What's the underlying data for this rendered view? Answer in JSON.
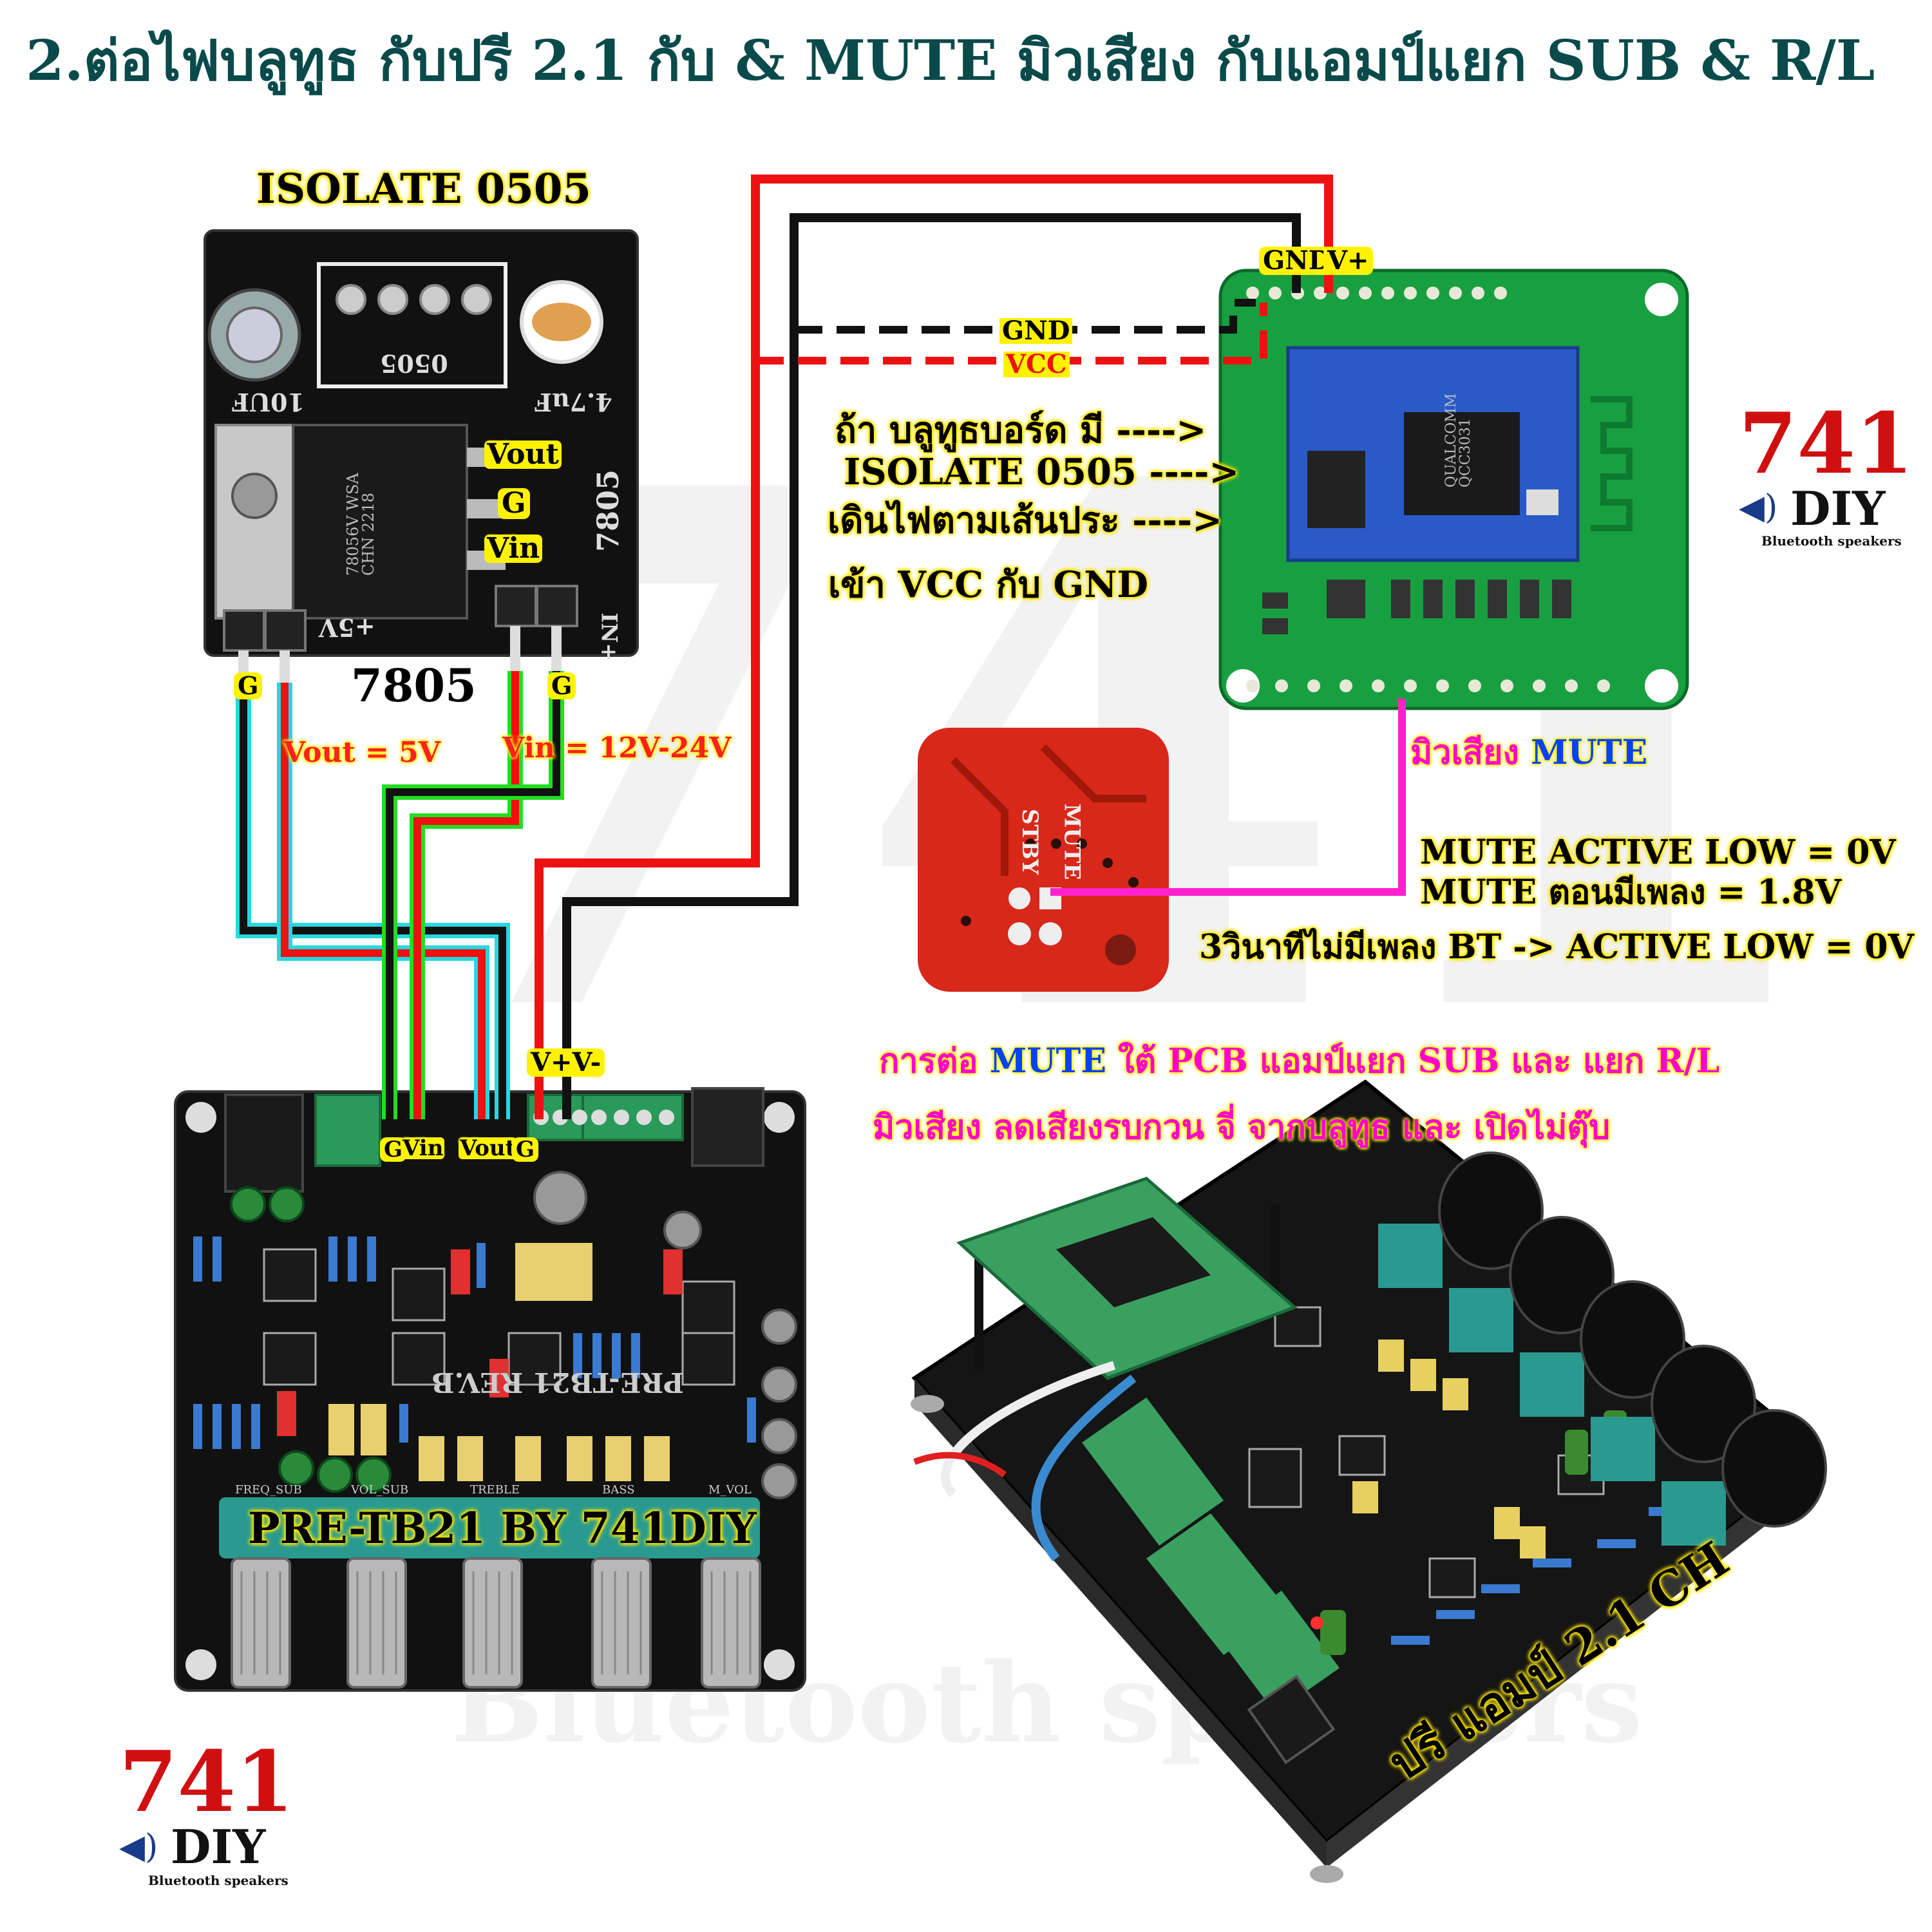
{
  "title": "2.ต่อไฟบลูทูธ กับปรี 2.1 กับ & MUTE มิวเสียง กับแอมป์แยก SUB & R/L",
  "isolate_label": "ISOLATE 0505",
  "isolate_board": {
    "silk_0505": "0505",
    "silk_10uf": "10UF",
    "silk_47uf": "4.7uF",
    "silk_7805": "7805",
    "silk_5v": "+5V",
    "silk_in": "IN+",
    "chip_text": "78056V WSA CHN 2218",
    "pin_vout": "Vout",
    "pin_g": "G",
    "pin_vin": "Vin",
    "foot_g_left": "G",
    "foot_g_right": "G",
    "reg_name": "7805",
    "vout_note": "Vout = 5V",
    "vin_note": "Vin = 12V-24V"
  },
  "bt_board": {
    "gnd": "GND",
    "vplus": "V+",
    "dash_gnd": "GND",
    "dash_vcc": "VCC",
    "chip_text": "QUALCOMM QCC3031"
  },
  "note_lines": [
    "ถ้า บลูทูธบอร์ด มี ---->",
    "ISOLATE 0505 ---->",
    "เดินไฟตามเส้นประ ---->",
    "เข้า VCC กับ GND"
  ],
  "mute": {
    "label_th": "มิวเสียง",
    "label_en": "MUTE",
    "silk_mute": "MUTE",
    "silk_stby": "STBY",
    "line1": "MUTE ACTIVE LOW = 0V",
    "line2": "MUTE ตอนมีเพลง = 1.8V",
    "line3": "3วินาทีไม่มีเพลง BT -> ACTIVE LOW = 0V"
  },
  "pre_board": {
    "vplus_vminus": "V+V-",
    "pin_g1": "G",
    "pin_vin": "Vin",
    "pin_vout": "Vout",
    "pin_g2": "G",
    "silk_name": "PRE-TB21  REV.B",
    "banner": "PRE-TB21  BY  741DIY",
    "knob_labels": [
      "FREQ_SUB",
      "VOL_SUB",
      "TREBLE",
      "BASS",
      "M_VOL"
    ]
  },
  "mute_connect": {
    "line1_a": "การต่อ",
    "line1_b": "MUTE",
    "line1_c": "ใต้ PCB แอมป์แยก SUB  และ แยก R/L",
    "line2": "มิวเสียง ลดเสียงรบกวน จี่ จากบลูทูธ และ เปิดไม่ตุ๊บ"
  },
  "amp_caption": "ปรี แอมป์ 2.1 CH",
  "logo": {
    "number": "741",
    "diy": "DIY",
    "sub": "Bluetooth speakers"
  },
  "watermark": {
    "line1": "741",
    "line2": "Bluetooth speakers"
  }
}
